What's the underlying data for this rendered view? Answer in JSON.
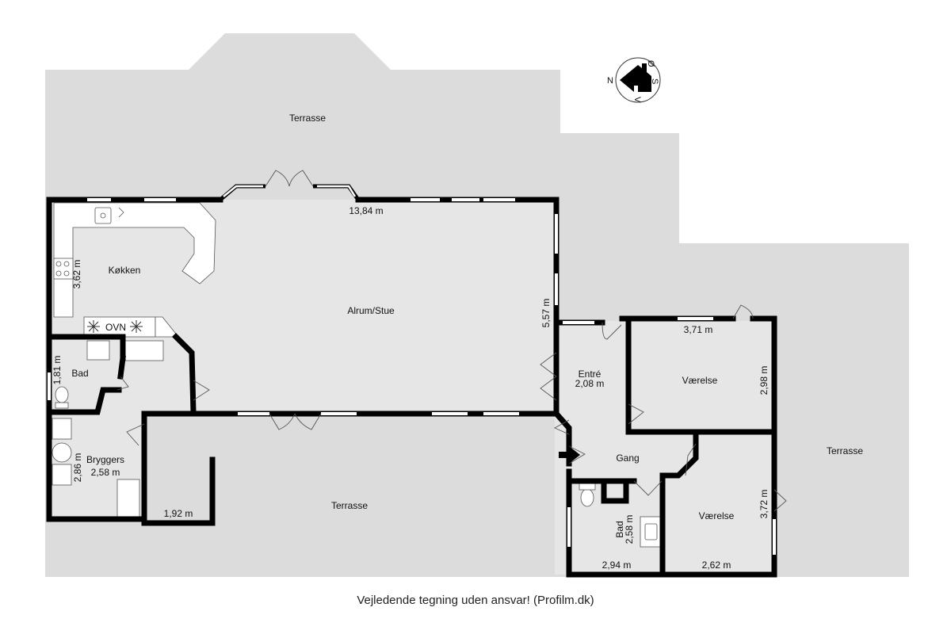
{
  "colors": {
    "floor": "#e6e6e6",
    "terrace": "#dcdcdc",
    "wall": "#000000",
    "window": "#ffffff",
    "fixture": "#ffffff",
    "text": "#111111"
  },
  "rooms": {
    "terrasse_top": "Terrasse",
    "terrasse_right": "Terrasse",
    "terrasse_bottom": "Terrasse",
    "kokken": "Køkken",
    "alrum": "Alrum/Stue",
    "bad_left": "Bad",
    "bryggers": "Bryggers",
    "entre": "Entré",
    "gang": "Gang",
    "vaerelse_1": "Værelse",
    "vaerelse_2": "Værelse",
    "bad_right": "Bad"
  },
  "dimensions": {
    "alrum_width": "13,84 m",
    "alrum_depth": "5,57 m",
    "kokken_depth": "3,62 m",
    "bad_left_depth": "1,81 m",
    "bryggers_width": "2,58 m",
    "bryggers_depth": "2,86 m",
    "skur_width": "1,92 m",
    "entre_width": "2,08 m",
    "vaerelse_1_width": "3,71 m",
    "vaerelse_1_depth": "2,98 m",
    "vaerelse_2_width": "2,62 m",
    "vaerelse_2_depth": "3,72 m",
    "bad_right_width": "2,94 m",
    "bad_right_depth": "2,58 m"
  },
  "appliances": {
    "oven": "OVN"
  },
  "compass": {
    "north": "N",
    "east": "Ø",
    "south": "S",
    "west": "V",
    "icon": "house-compass-icon"
  },
  "footer": "Vejledende tegning uden ansvar! (Profilm.dk)"
}
